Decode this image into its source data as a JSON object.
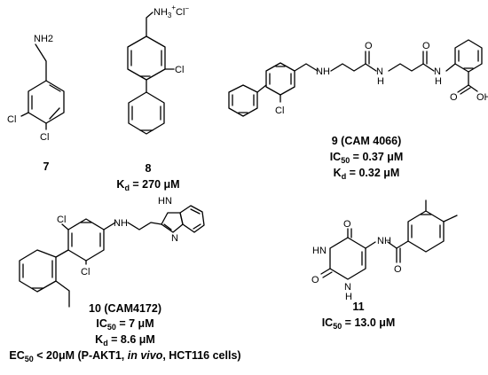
{
  "colors": {
    "ink": "#000000",
    "background": "#ffffff"
  },
  "compounds": [
    {
      "id": "7",
      "labels": {
        "nh2": "NH2",
        "cl1": "Cl",
        "cl2": "Cl"
      },
      "caption": {
        "number": "7"
      }
    },
    {
      "id": "8",
      "labels": {
        "nh3": "NH",
        "nh3_sub": "3",
        "nh3_sup": "+",
        "counter": "Cl",
        "counter_sup": "−",
        "cl": "Cl"
      },
      "caption": {
        "number": "8",
        "kd_k": "K",
        "kd_sub": "d",
        "kd_value": " = 270 μM"
      }
    },
    {
      "id": "9",
      "labels": {
        "nh": "NH",
        "n2": "N",
        "h2": "H",
        "n3": "N",
        "h3": "H",
        "o1": "O",
        "o2": "O",
        "o3": "O",
        "oh": "OH",
        "cl": "Cl"
      },
      "caption": {
        "number": "9 (CAM 4066)",
        "ic_prefix": "IC",
        "ic_sub": "50",
        "ic_value": " = 0.37 μM",
        "kd_k": "K",
        "kd_sub": "d",
        "kd_value": " = 0.32 μM"
      }
    },
    {
      "id": "10",
      "labels": {
        "cl1": "Cl",
        "cl2": "Cl",
        "nh": "NH",
        "hn": "H",
        "n_top": "N",
        "n_ring": "N"
      },
      "caption": {
        "number": "10 (CAM4172)",
        "ic_prefix": "IC",
        "ic_sub": "50",
        "ic_value": " = 7 μM",
        "kd_k": "K",
        "kd_sub": "d",
        "kd_value": " = 8.6 μM",
        "ec_prefix": "EC",
        "ec_sub": "50",
        "ec_value": " < 20μM (P-AKT1, ",
        "ec_italic": "in vivo",
        "ec_tail": ", HCT116 cells)"
      }
    },
    {
      "id": "11",
      "labels": {
        "hn": "HN",
        "o1": "O",
        "o2": "O",
        "o3": "O",
        "nh_amide": "N",
        "h_amide": "H",
        "n_bottom": "N",
        "h_bottom": "H"
      },
      "caption": {
        "number": "11",
        "ic_prefix": "IC",
        "ic_sub": "50",
        "ic_value": " = 13.0 μM"
      }
    }
  ]
}
